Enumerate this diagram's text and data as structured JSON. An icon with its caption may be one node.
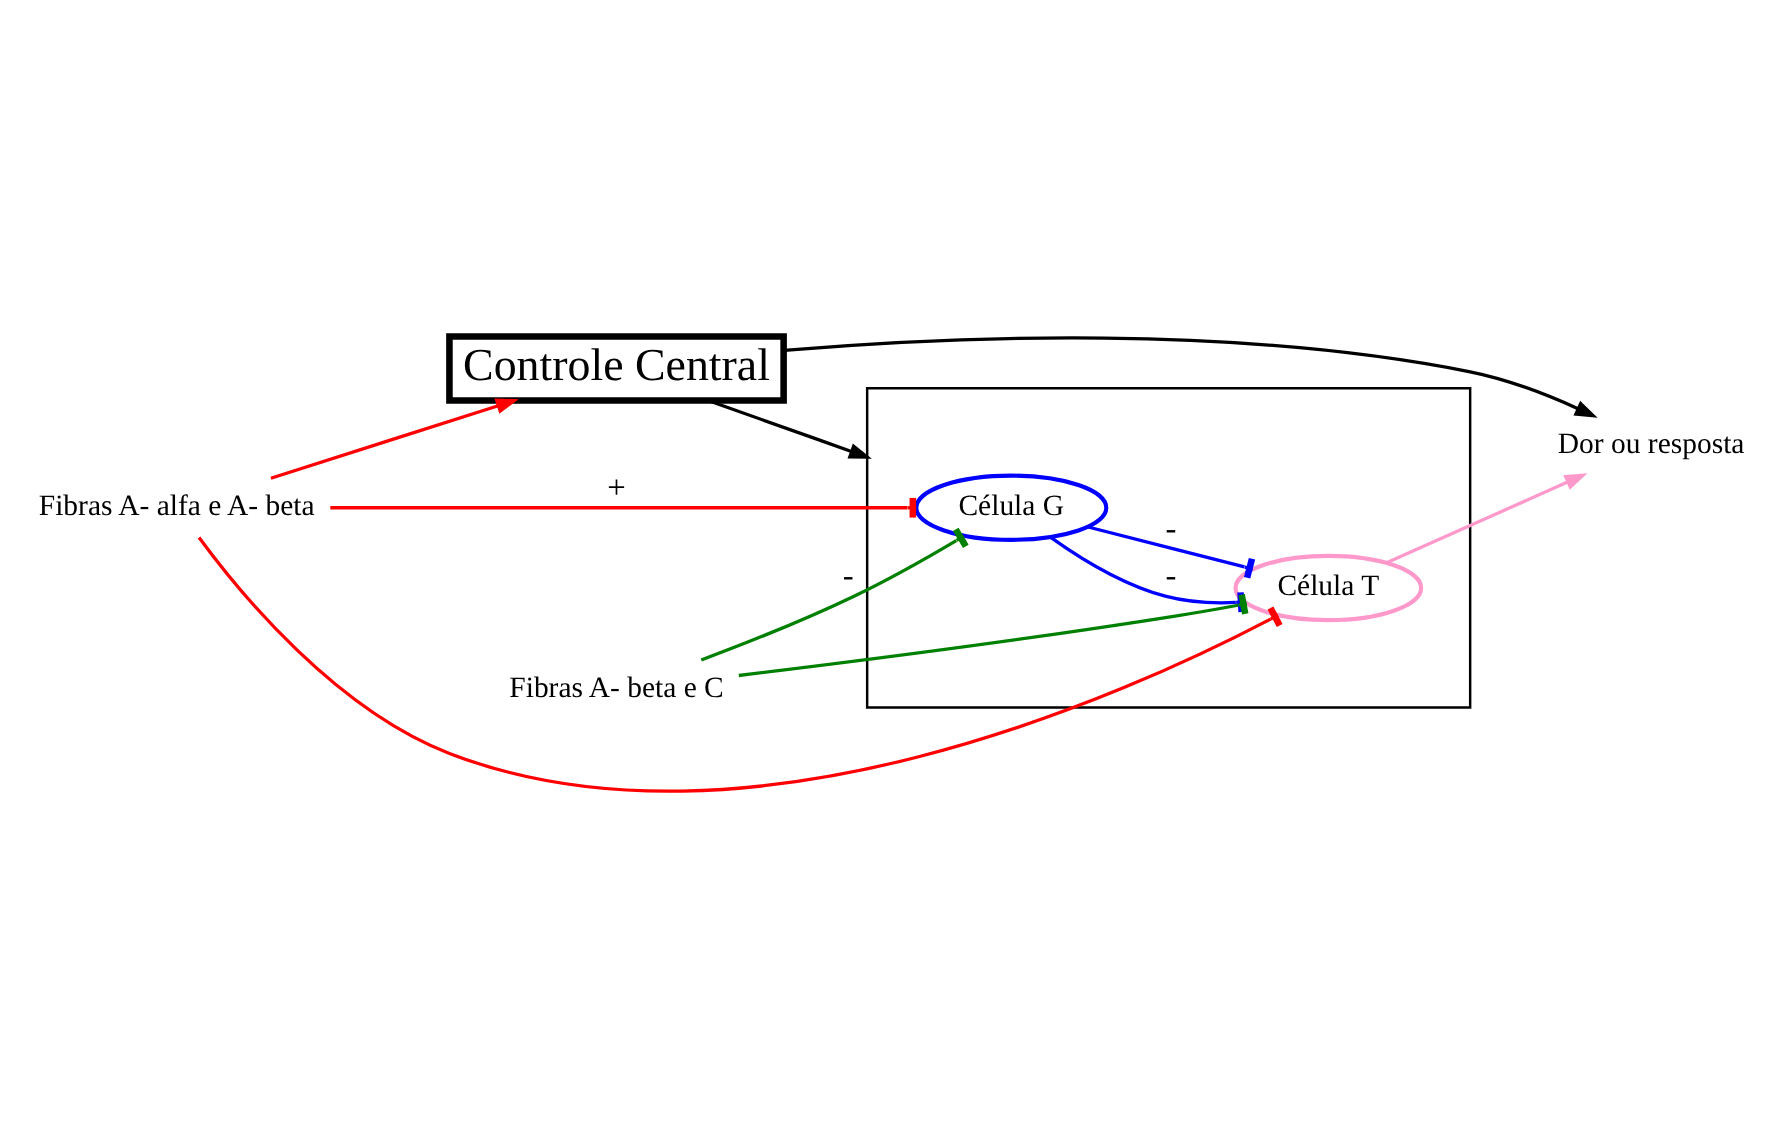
{
  "diagram": {
    "nodes": [
      {
        "text": [
          "Controle Central"
        ]
      },
      {
        "text": [],
        "shape": "box"
      },
      {
        "text": [
          "Célula G"
        ],
        "in": 1
      },
      {
        "text": [
          "Célula T"
        ],
        "in": 1
      },
      {
        "text": [
          "Fibras A- alfa e A- beta"
        ]
      },
      {
        "text": [
          "Fibras A- beta e C"
        ]
      },
      {
        "text": [
          "Dor ou resposta"
        ]
      }
    ],
    "edges": [
      {
        "from": 4,
        "to": 0,
        "arrow": "to",
        "color": "#ff0000"
      },
      {
        "from": 0,
        "to": 1,
        "arrow": "to",
        "color": "#000000"
      },
      {
        "from": 0,
        "to": 6,
        "arrow": "to",
        "color": "#000000"
      },
      {
        "from": 4,
        "to": 2,
        "arrow": "other",
        "label": "+",
        "color": "#ff0000"
      },
      {
        "from": 4,
        "to": 3,
        "arrow": "other",
        "color": "#ff0000"
      },
      {
        "from": 5,
        "to": 2,
        "arrow": "other",
        "label": "-",
        "color": "#008000"
      },
      {
        "from": 5,
        "to": 3,
        "arrow": "other",
        "color": "#008000"
      },
      {
        "from": 2,
        "to": 3,
        "arrow": "other",
        "label": "-",
        "color": "#0000ff"
      },
      {
        "from": 2,
        "to": 3,
        "arrow": "other",
        "label": "-",
        "color": "#0000ff"
      },
      {
        "from": 3,
        "to": 6,
        "arrow": "to",
        "color": "#ff99cc"
      }
    ]
  }
}
